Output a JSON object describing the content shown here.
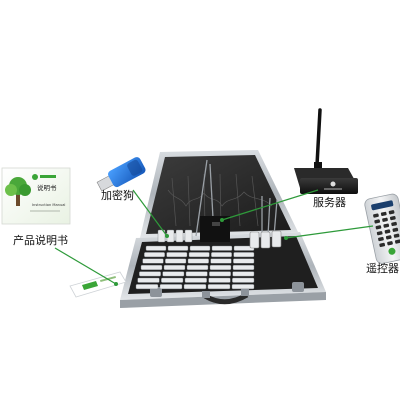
{
  "labels": {
    "manual": "产品说明书",
    "dongle": "加密狗",
    "server": "服务器",
    "remote": "遥控器"
  },
  "manual_cover": {
    "title": "说明书",
    "subtitle": "Instruction Manual"
  },
  "colors": {
    "leader_line": "#2e9a3a",
    "leader_dot": "#2e9a3a",
    "brand_green": "#3aa537",
    "dongle_blue": "#1e6fd0",
    "case_frame": "#b9bec4",
    "case_lining": "#2a2a2a"
  },
  "icons": [
    "usb-dongle-icon",
    "wifi-server-icon",
    "remote-control-icon",
    "manual-book-icon",
    "tree-logo-icon"
  ]
}
